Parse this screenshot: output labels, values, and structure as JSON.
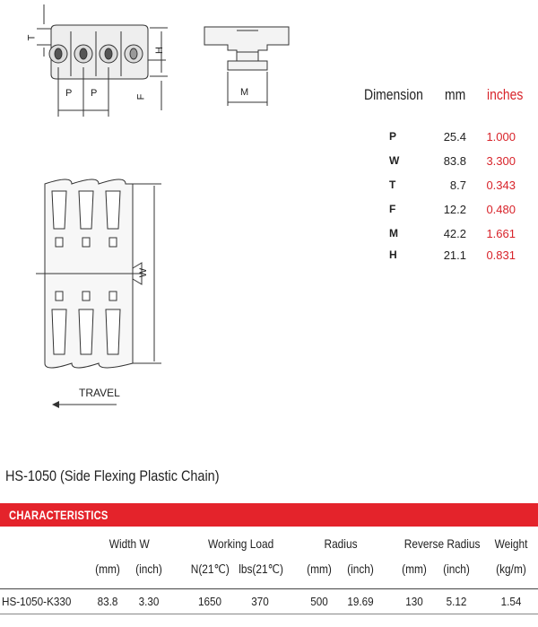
{
  "diagram": {
    "labels": {
      "t": "T",
      "h": "H",
      "f": "F",
      "p1": "P",
      "p2": "P",
      "m": "M",
      "w": "W"
    },
    "travel": "TRAVEL"
  },
  "dimensions": {
    "header": {
      "dimension": "Dimension",
      "mm": "mm",
      "inches": "inches"
    },
    "rows": [
      {
        "label": "P",
        "mm": "25.4",
        "inches": "1.000"
      },
      {
        "label": "W",
        "mm": "83.8",
        "inches": "3.300"
      },
      {
        "label": "T",
        "mm": "8.7",
        "inches": "0.343"
      },
      {
        "label": "F",
        "mm": "12.2",
        "inches": "0.480"
      },
      {
        "label": "M",
        "mm": "42.2",
        "inches": "1.661"
      },
      {
        "label": "H",
        "mm": "21.1",
        "inches": "0.831"
      }
    ],
    "inches_color": "#d8232a"
  },
  "product_title": "HS-1050 (Side Flexing Plastic Chain)",
  "characteristics": {
    "heading": "CHARACTERISTICS",
    "heading_color": "#e4232b",
    "group_headers": {
      "width": "Width  W",
      "working_load": "Working Load",
      "radius": "Radius",
      "reverse_radius": "Reverse Radius",
      "weight": "Weight"
    },
    "unit_headers": {
      "w_mm": "(mm)",
      "w_inch": "(inch)",
      "wl_n": "N(21℃)",
      "wl_lbs": "lbs(21℃)",
      "r_mm": "(mm)",
      "r_inch": "(inch)",
      "rr_mm": "(mm)",
      "rr_inch": "(inch)",
      "weight": "(kg/m)"
    },
    "row": {
      "model": "HS-1050-K330",
      "w_mm": "83.8",
      "w_inch": "3.30",
      "wl_n": "1650",
      "wl_lbs": "370",
      "r_mm": "500",
      "r_inch": "19.69",
      "rr_mm": "130",
      "rr_inch": "5.12",
      "weight": "1.54"
    }
  }
}
